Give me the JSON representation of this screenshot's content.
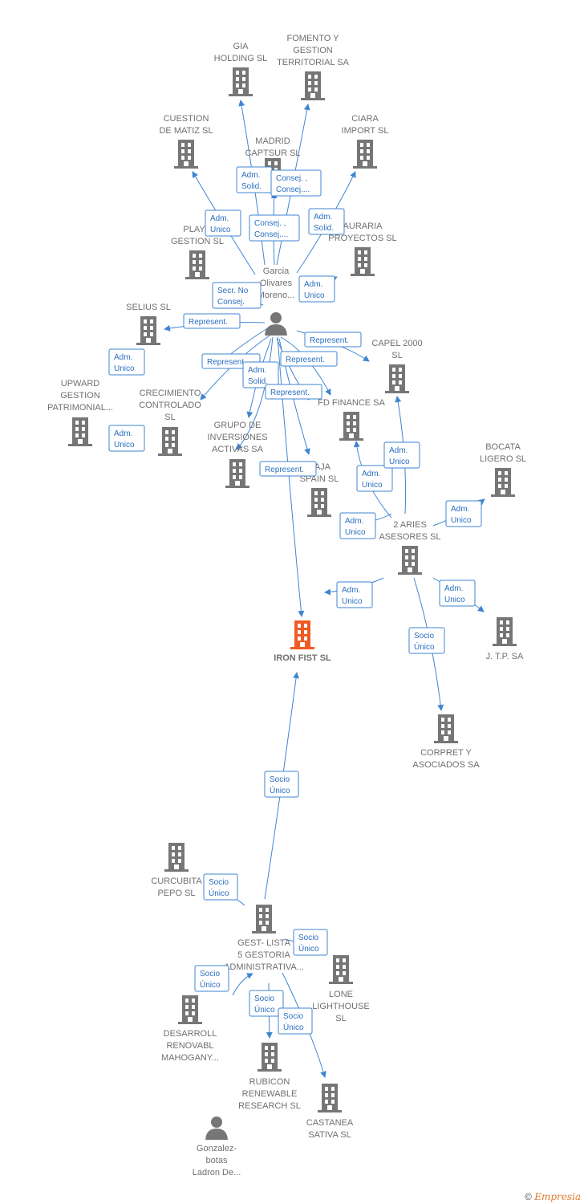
{
  "colors": {
    "edge": "#3f86d1",
    "node": "#767676",
    "focus": "#f05a23",
    "label": "#707070"
  },
  "nodes": [
    {
      "id": "gia",
      "type": "company",
      "label": [
        "GIA",
        "HOLDING SL"
      ]
    },
    {
      "id": "fomento",
      "type": "company",
      "label": [
        "FOMENTO Y",
        "GESTION",
        "TERRITORIAL SA"
      ]
    },
    {
      "id": "cuestion",
      "type": "company",
      "label": [
        "CUESTION",
        "DE MATIZ SL"
      ]
    },
    {
      "id": "madrid",
      "type": "company",
      "label": [
        "MADRID",
        "CAPTSUR SL"
      ]
    },
    {
      "id": "ciara",
      "type": "company",
      "label": [
        "CIARA",
        "IMPORT SL"
      ]
    },
    {
      "id": "playr",
      "type": "company",
      "label": [
        "PLAYR",
        "GESTION SL"
      ]
    },
    {
      "id": "auraria",
      "type": "company",
      "label": [
        "AURARIA",
        "PROYECTOS SL"
      ]
    },
    {
      "id": "garcia",
      "type": "person",
      "label": [
        "Garcia",
        "Olivares",
        "Moreno..."
      ]
    },
    {
      "id": "selius",
      "type": "company",
      "label": [
        "SELIUS  SL"
      ]
    },
    {
      "id": "capel",
      "type": "company",
      "label": [
        "CAPEL 2000",
        "SL"
      ]
    },
    {
      "id": "upward",
      "type": "company",
      "label": [
        "UPWARD",
        "GESTION",
        "PATRIMONIAL..."
      ]
    },
    {
      "id": "crecimiento",
      "type": "company",
      "label": [
        "CRECIMIENTO",
        "CONTROLADO",
        "SL"
      ]
    },
    {
      "id": "fdfinance",
      "type": "company",
      "label": [
        "FD FINANCE SA"
      ]
    },
    {
      "id": "grupo",
      "type": "company",
      "label": [
        "GRUPO DE",
        "INVERSIONES",
        "ACTIVAS SA"
      ]
    },
    {
      "id": "raja",
      "type": "company",
      "label": [
        "RAJA",
        "SPAIN  SL"
      ]
    },
    {
      "id": "bocata",
      "type": "company",
      "label": [
        "BOCATA",
        "LIGERO SL"
      ]
    },
    {
      "id": "aries",
      "type": "company",
      "label": [
        "2 ARIES",
        "ASESORES  SL"
      ]
    },
    {
      "id": "ironfist",
      "type": "focus",
      "label": [
        "IRON FIST  SL"
      ]
    },
    {
      "id": "jtp",
      "type": "company",
      "label": [
        "J. T.P. SA"
      ]
    },
    {
      "id": "corpret",
      "type": "company",
      "label": [
        "CORPRET Y",
        "ASOCIADOS SA"
      ]
    },
    {
      "id": "curcubita",
      "type": "company",
      "label": [
        "CURCUBITA",
        "PEPO  SL"
      ]
    },
    {
      "id": "gest",
      "type": "company",
      "label": [
        "GEST- LISTA",
        "5 GESTORIA",
        "ADMINISTRATIVA..."
      ]
    },
    {
      "id": "lone",
      "type": "company",
      "label": [
        "LONE",
        "LIGHTHOUSE",
        "SL"
      ]
    },
    {
      "id": "desarrollos",
      "type": "company",
      "label": [
        "DESARROLL",
        "RENOVABL",
        "MAHOGANY..."
      ]
    },
    {
      "id": "rubicon",
      "type": "company",
      "label": [
        "RUBICON",
        "RENEWABLE",
        "RESEARCH  SL"
      ]
    },
    {
      "id": "castanea",
      "type": "company",
      "label": [
        "CASTANEA",
        "SATIVA  SL"
      ]
    },
    {
      "id": "gonzalez",
      "type": "person",
      "label": [
        "Gonzalez-",
        "botas",
        "Ladron De..."
      ]
    }
  ],
  "edges": [
    {
      "label": [
        "Adm.",
        "Solid."
      ]
    },
    {
      "label": [
        "Consej. ,",
        "Consej...."
      ]
    },
    {
      "label": [
        "Adm.",
        "Unico"
      ]
    },
    {
      "label": [
        "Consej. ,",
        "Consej...."
      ]
    },
    {
      "label": [
        "Adm.",
        "Solid."
      ]
    },
    {
      "label": [
        "Secr.  No",
        "Consej."
      ]
    },
    {
      "label": [
        "Adm.",
        "Unico"
      ]
    },
    {
      "label": [
        "Represent."
      ]
    },
    {
      "label": [
        "Represent."
      ]
    },
    {
      "label": [
        "Adm.",
        "Unico"
      ]
    },
    {
      "label": [
        "Represent."
      ]
    },
    {
      "label": [
        "Represent."
      ]
    },
    {
      "label": [
        "Adm.",
        "Solid."
      ]
    },
    {
      "label": [
        "Represent."
      ]
    },
    {
      "label": [
        "Adm.",
        "Unico"
      ]
    },
    {
      "label": [
        "Represent."
      ]
    },
    {
      "label": [
        "Adm.",
        "Unico"
      ]
    },
    {
      "label": [
        "Adm.",
        "Unico"
      ]
    },
    {
      "label": [
        "Adm.",
        "Unico"
      ]
    },
    {
      "label": [
        "Adm.",
        "Unico"
      ]
    },
    {
      "label": [
        "Adm.",
        "Unico"
      ]
    },
    {
      "label": [
        "Adm.",
        "Unico"
      ]
    },
    {
      "label": [
        "Adm.",
        "Unico"
      ]
    },
    {
      "label": [
        "Socio",
        "Único"
      ]
    },
    {
      "label": [
        "Socio",
        "Único"
      ]
    },
    {
      "label": [
        "Socio",
        "Único"
      ]
    },
    {
      "label": [
        "Socio",
        "Único"
      ]
    },
    {
      "label": [
        "Socio",
        "Único"
      ]
    },
    {
      "label": [
        "Socio",
        "Único"
      ]
    },
    {
      "label": [
        "Socio",
        "Único"
      ]
    }
  ],
  "footer": {
    "copyright": "©",
    "brand": "Empresia"
  }
}
